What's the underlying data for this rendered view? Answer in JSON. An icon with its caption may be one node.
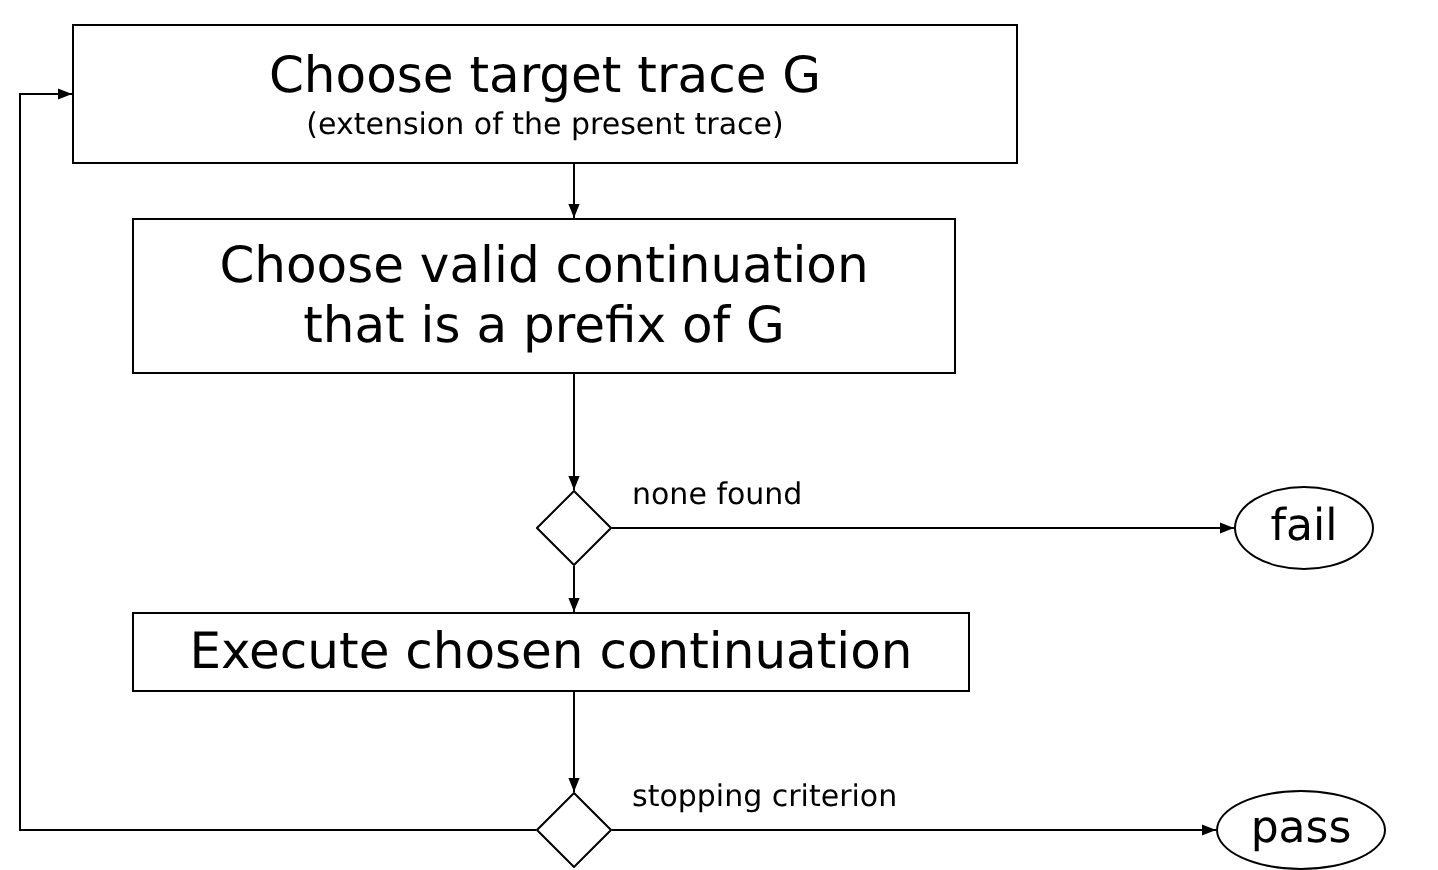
{
  "diagram": {
    "nodes": [
      {
        "text": [
          "Choose target trace G",
          "(extension of the present trace)"
        ]
      },
      {
        "text": [
          "Choose valid continuation that is a prefix of G"
        ]
      },
      {
        "text": [],
        "shape": "diamond"
      },
      {
        "text": [
          "fail"
        ]
      },
      {
        "text": [
          "Execute chosen continuation"
        ]
      },
      {
        "text": [],
        "shape": "diamond"
      },
      {
        "text": [
          "pass"
        ]
      }
    ],
    "edges": [
      {
        "from": 0,
        "to": 1,
        "arrow": "to"
      },
      {
        "from": 1,
        "to": 2,
        "arrow": "to"
      },
      {
        "from": 2,
        "to": 3,
        "arrow": "to",
        "label": "none found"
      },
      {
        "from": 2,
        "to": 4,
        "arrow": "to"
      },
      {
        "from": 4,
        "to": 5,
        "arrow": "to"
      },
      {
        "from": 5,
        "to": 6,
        "arrow": "to",
        "label": "stopping criterion"
      },
      {
        "from": 5,
        "to": 0,
        "arrow": "to"
      }
    ]
  }
}
